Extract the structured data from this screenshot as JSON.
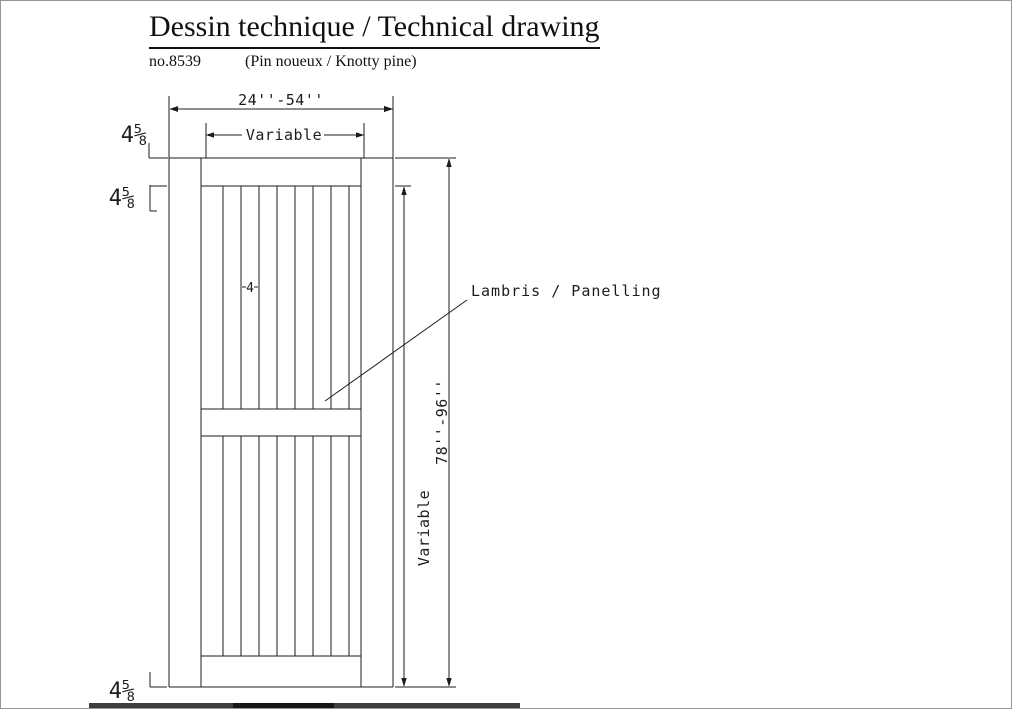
{
  "header": {
    "title": "Dessin technique / Technical drawing",
    "number": "no.8539",
    "material": "(Pin noueux / Knotty pine)"
  },
  "drawing": {
    "width_dim": "24''-54''",
    "width_variable": "Variable",
    "height_dim": "78''-96''",
    "height_variable": "Variable",
    "stile_width": "4⅝",
    "top_rail_height": "4⅝",
    "bottom_rail_height": "4⅝",
    "board_width": "4",
    "panel_label": "Lambris / Panelling"
  },
  "colors": {
    "ink": "#1d1d1d",
    "taskbar_grey": "#3d3d3d",
    "taskbar_black": "#161616"
  }
}
